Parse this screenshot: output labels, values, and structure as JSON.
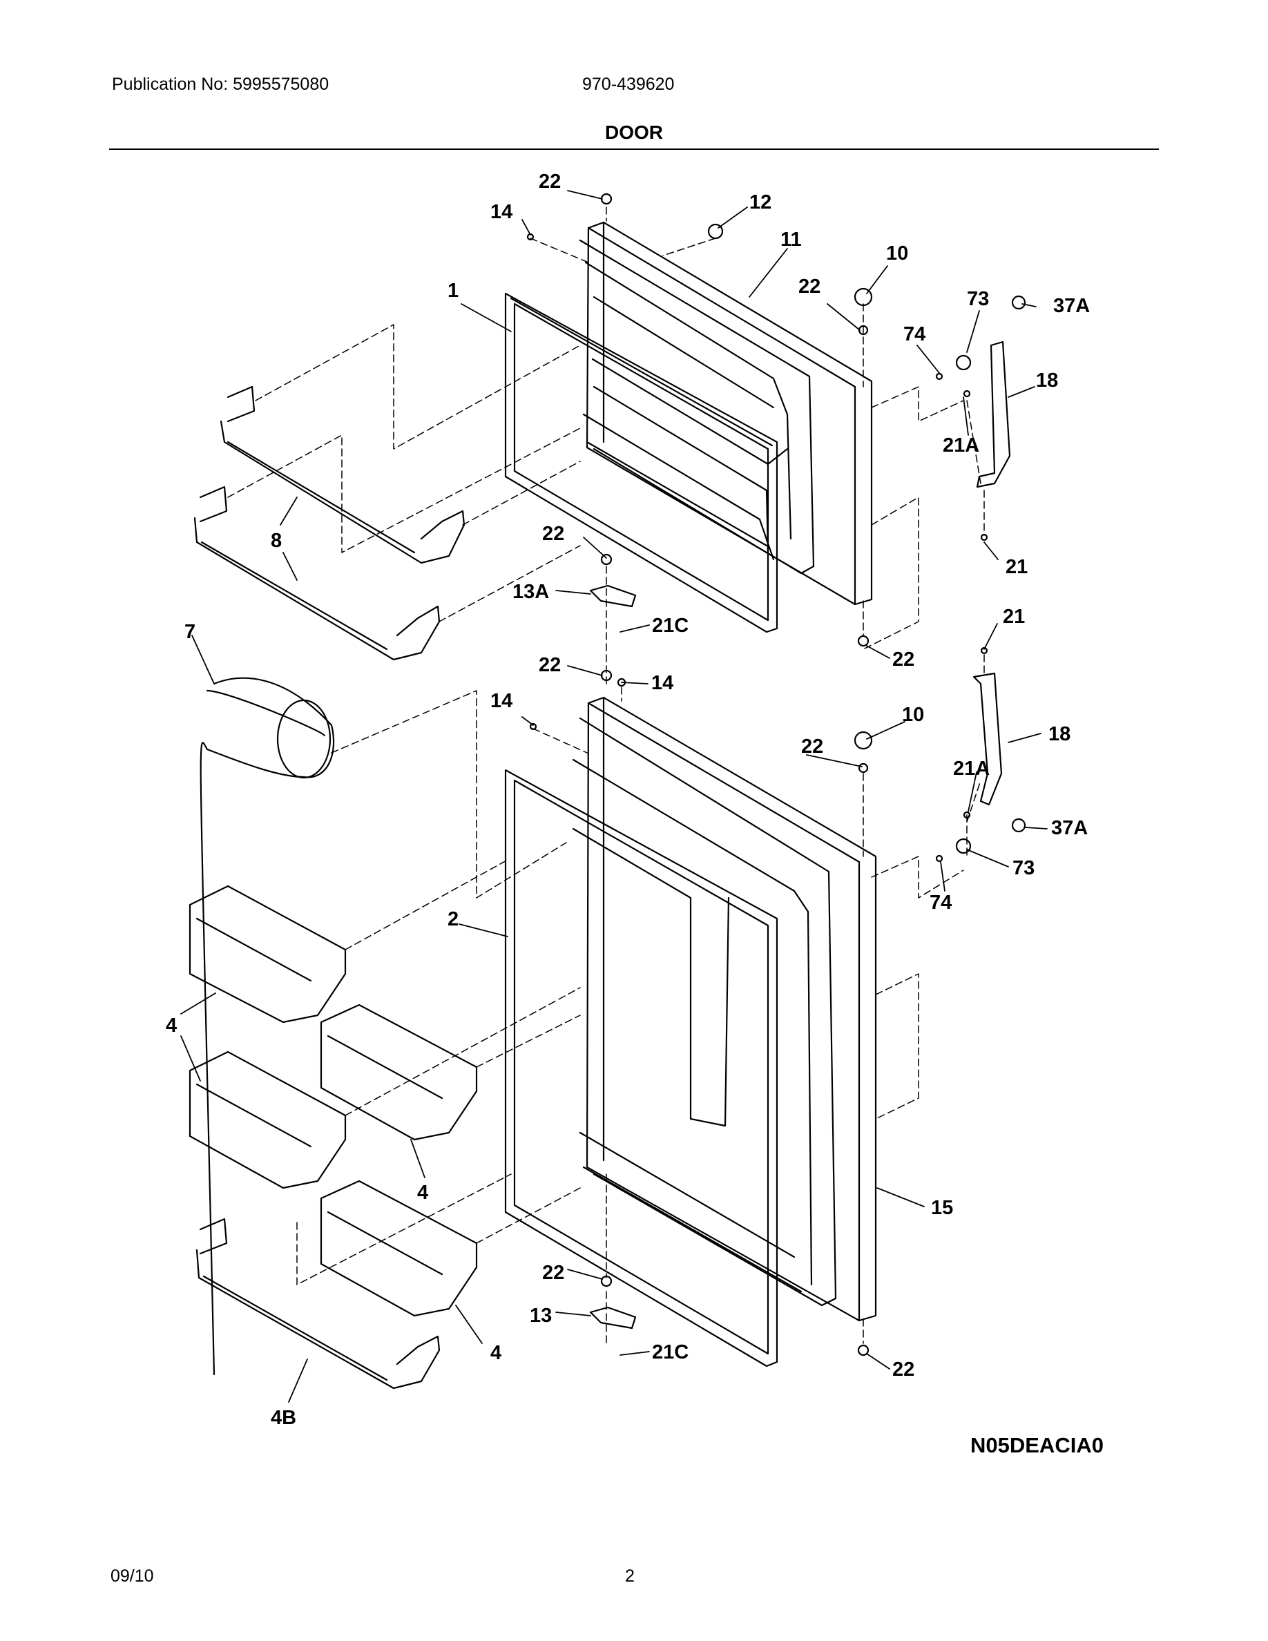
{
  "header": {
    "publication": "Publication No: 5995575080",
    "model": "970-439620",
    "title": "DOOR"
  },
  "diagram": {
    "labels": {
      "p22a": "22",
      "p14a": "14",
      "p12": "12",
      "p11": "11",
      "p10a": "10",
      "p22b": "22",
      "p1": "1",
      "p73a": "73",
      "p37a_a": "37A",
      "p74a": "74",
      "p18a": "18",
      "p21a_a": "21A",
      "p8": "8",
      "p22c": "22",
      "p21a": "21",
      "p13a": "13A",
      "p21c_a": "21C",
      "p7": "7",
      "p21b": "21",
      "p22d": "22",
      "p22e": "22",
      "p14b": "14",
      "p14c": "14",
      "p10b": "10",
      "p18b": "18",
      "p22f": "22",
      "p21a_b": "21A",
      "p37a_b": "37A",
      "p73b": "73",
      "p74b": "74",
      "p2": "2",
      "p4a": "4",
      "p4b": "4",
      "p15": "15",
      "p22g": "22",
      "p13": "13",
      "p4c": "4",
      "p21c_b": "21C",
      "p22h": "22",
      "p4b_bin": "4B"
    },
    "code": "N05DEACIA0"
  },
  "footer": {
    "date": "09/10",
    "page": "2"
  }
}
